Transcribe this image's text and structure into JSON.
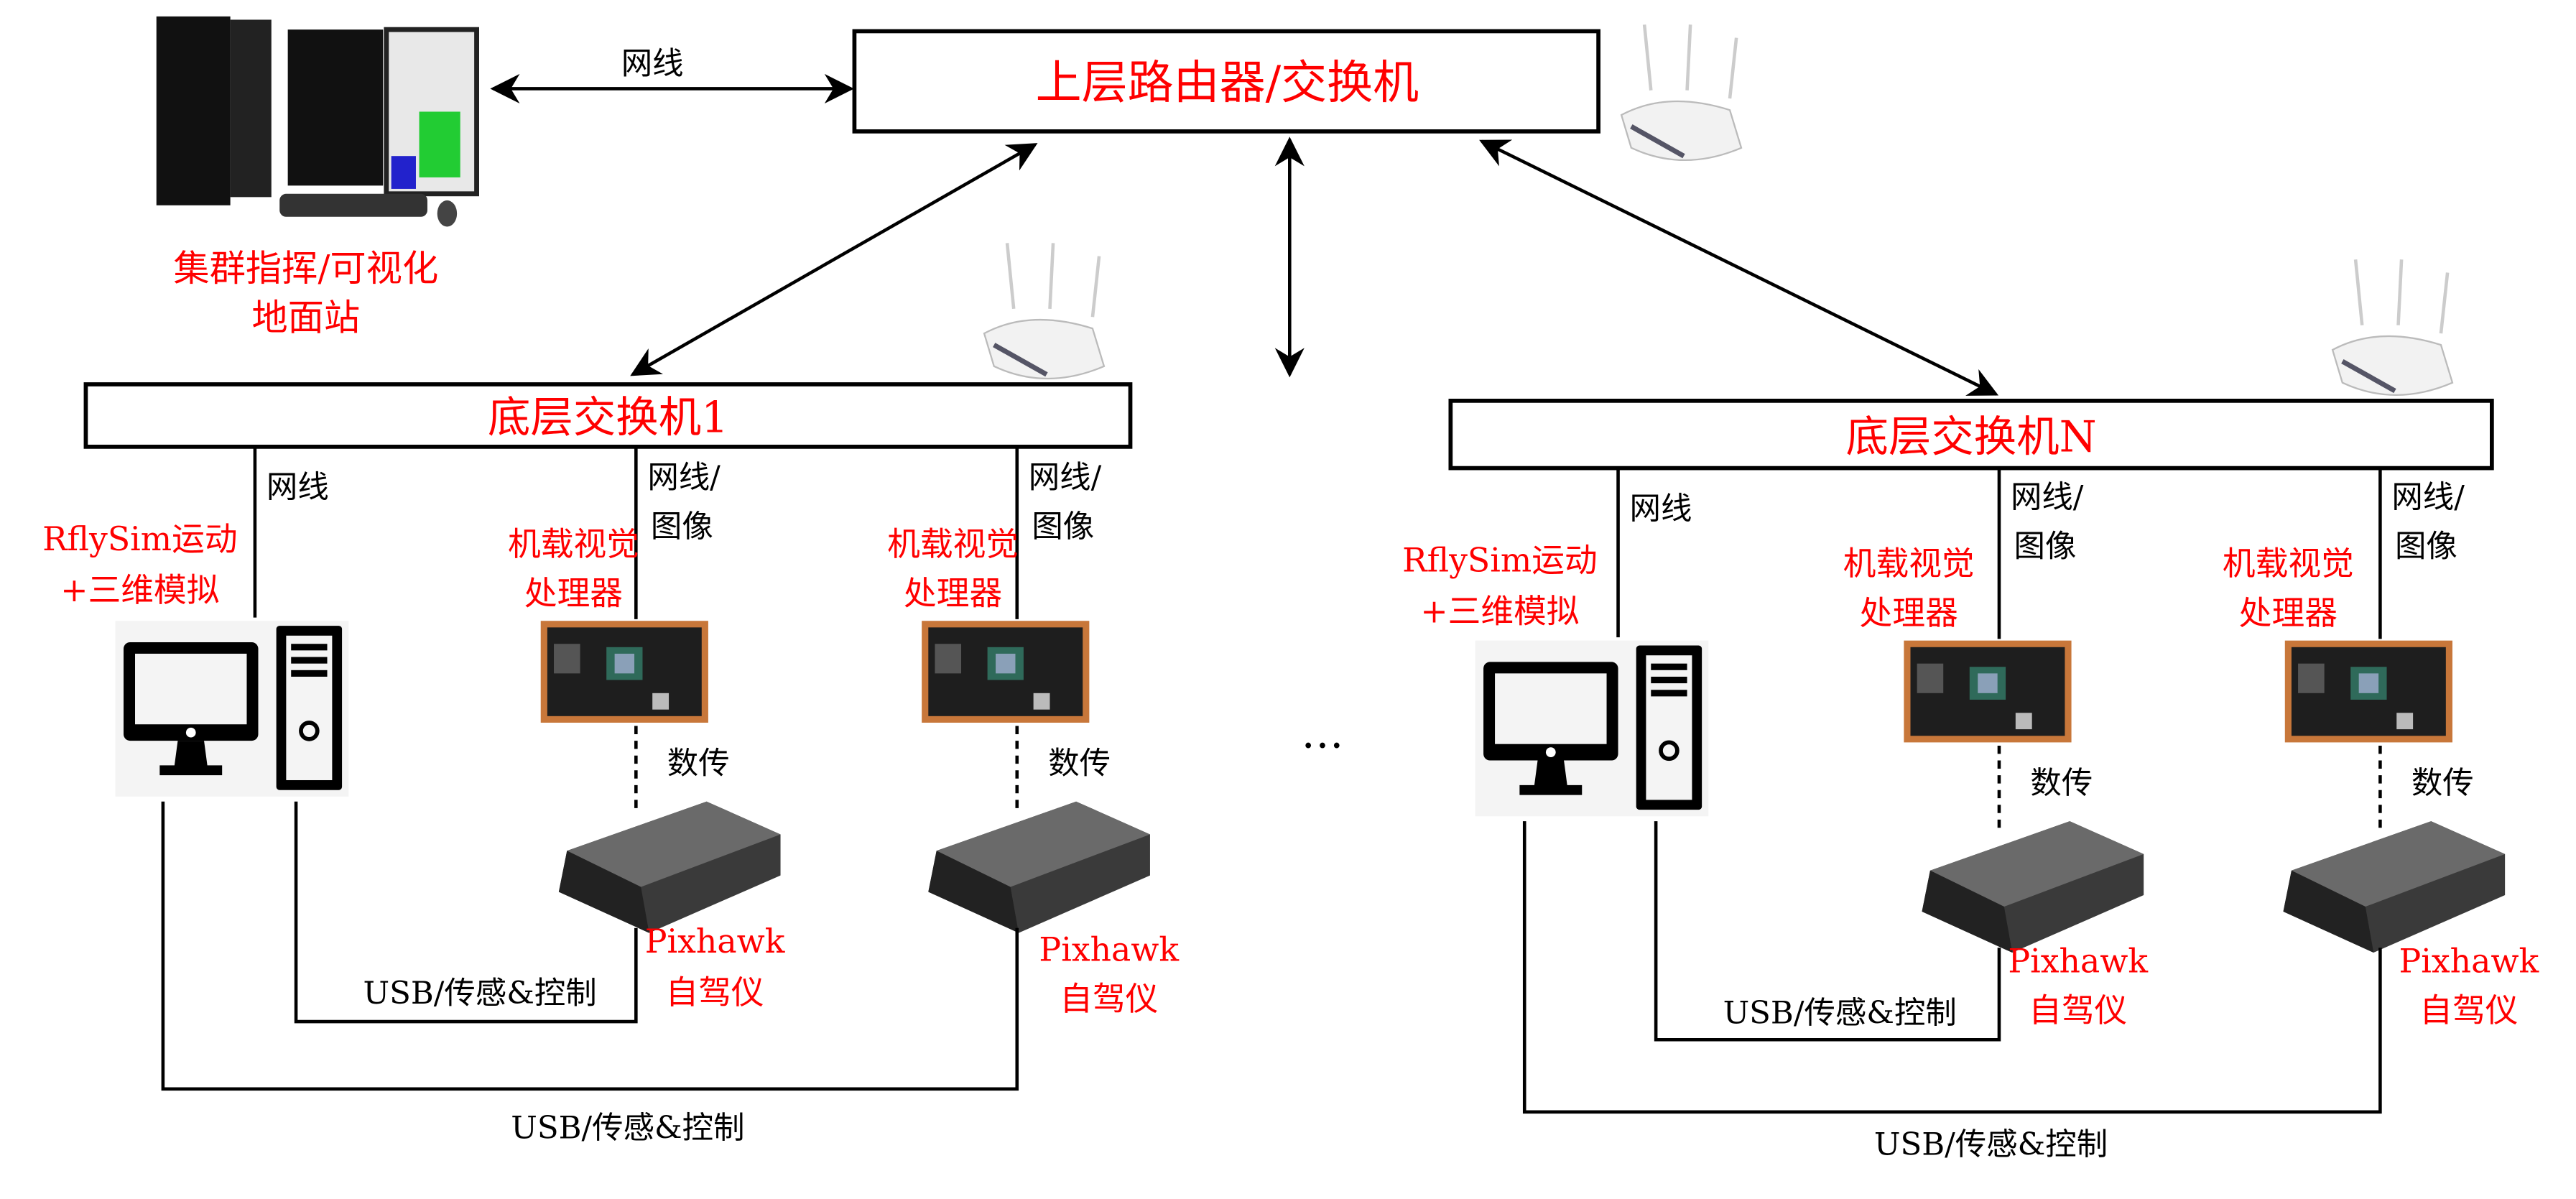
{
  "colors": {
    "label_red": "#ff0000",
    "line": "#000000",
    "board": "#c8773a",
    "pixhawk": "#3a3a3a"
  },
  "ground_station": {
    "label_line1": "集群指挥/可视化",
    "label_line2": "地面站",
    "icon": "server-workstation-image"
  },
  "top_link_label": "网线",
  "top_switch": {
    "label": "上层路由器/交换机"
  },
  "ellipsis": "…",
  "groups": [
    {
      "switch_label": "底层交换机1",
      "sim_link_label": "网线",
      "sim_label_line1": "RflySim运动",
      "sim_label_line2": "+三维模拟",
      "nodes": [
        {
          "link_line1": "网线/",
          "link_line2": "图像",
          "proc_line1": "机载视觉",
          "proc_line2": "处理器",
          "telemetry": "数传",
          "fc_line1": "Pixhawk",
          "fc_line2": "自驾仪"
        },
        {
          "link_line1": "网线/",
          "link_line2": "图像",
          "proc_line1": "机载视觉",
          "proc_line2": "处理器",
          "telemetry": "数传",
          "fc_line1": "Pixhawk",
          "fc_line2": "自驾仪"
        }
      ],
      "usb_label_inner": "USB/传感&控制",
      "usb_label_outer": "USB/传感&控制"
    },
    {
      "switch_label": "底层交换机N",
      "sim_link_label": "网线",
      "sim_label_line1": "RflySim运动",
      "sim_label_line2": "+三维模拟",
      "nodes": [
        {
          "link_line1": "网线/",
          "link_line2": "图像",
          "proc_line1": "机载视觉",
          "proc_line2": "处理器",
          "telemetry": "数传",
          "fc_line1": "Pixhawk",
          "fc_line2": "自驾仪"
        },
        {
          "link_line1": "网线/",
          "link_line2": "图像",
          "proc_line1": "机载视觉",
          "proc_line2": "处理器",
          "telemetry": "数传",
          "fc_line1": "Pixhawk",
          "fc_line2": "自驾仪"
        }
      ],
      "usb_label_inner": "USB/传感&控制",
      "usb_label_outer": "USB/传感&控制"
    }
  ]
}
